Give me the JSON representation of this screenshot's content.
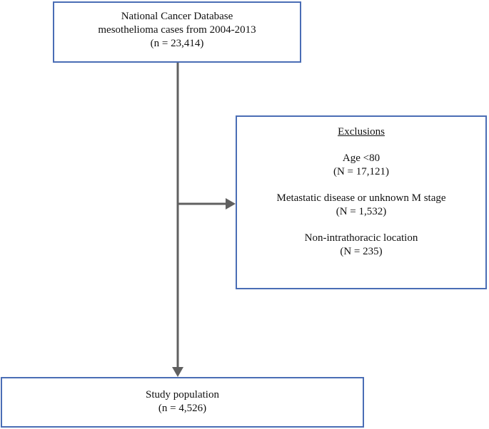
{
  "top_box": {
    "line1": "National Cancer Database",
    "line2": "mesothelioma cases from 2004-2013",
    "line3": "(n = 23,414)"
  },
  "exclusions_box": {
    "heading": "Exclusions",
    "items": [
      {
        "label": "Age <80",
        "count": "(N = 17,121)"
      },
      {
        "label": "Metastatic disease or unknown M stage",
        "count": "(N = 1,532)"
      },
      {
        "label": "Non-intrathoracic location",
        "count": "(N = 235)"
      }
    ]
  },
  "bottom_box": {
    "line1": "Study population",
    "line2": "(n = 4,526)"
  },
  "colors": {
    "box_border": "#4a6db5",
    "arrow": "#606060"
  }
}
